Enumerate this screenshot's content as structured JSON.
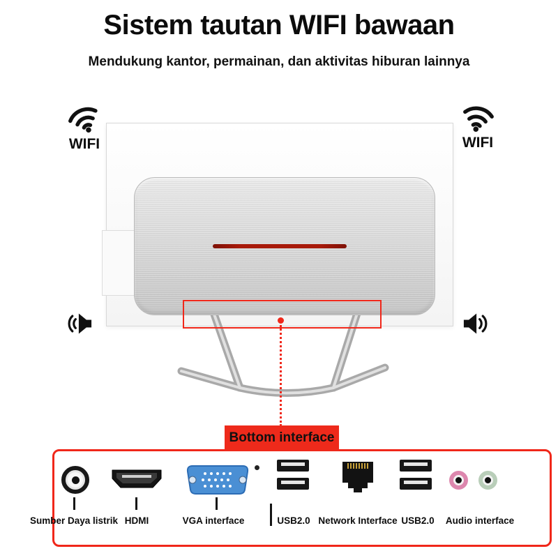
{
  "header": {
    "title": "Sistem tautan WIFI bawaan",
    "subtitle": "Mendukung kantor, permainan, dan aktivitas hiburan lainnya"
  },
  "wifi": {
    "left_label": "WIFI",
    "right_label": "WIFI"
  },
  "callout": {
    "label": "Bottom interface"
  },
  "ports": {
    "items": [
      {
        "name": "power-jack",
        "label": "Sumber Daya listrik"
      },
      {
        "name": "hdmi",
        "label": "HDMI"
      },
      {
        "name": "vga",
        "label": "VGA interface"
      },
      {
        "name": "usb-1",
        "label": "USB2.0"
      },
      {
        "name": "network",
        "label": "Network Interface"
      },
      {
        "name": "usb-2",
        "label": "USB2.0"
      },
      {
        "name": "audio",
        "label": "Audio interface"
      }
    ]
  },
  "icons": {
    "wifi": "wifi-signal-icon",
    "speaker": "speaker-sound-icon",
    "power": "dc-power-jack-icon",
    "hdmi": "hdmi-port-icon",
    "vga": "vga-port-icon",
    "usb": "usb-port-icon",
    "network": "rj45-port-icon",
    "audio": "audio-jack-icon"
  },
  "colors": {
    "accent_red": "#f0271a",
    "callout_bg": "#ee2a1b",
    "vent_red": "#a81a0a",
    "vga_blue": "#4a8fd4",
    "audio_pink": "#dd87ae",
    "audio_green": "#b9ceb9",
    "text": "#0d0d0d"
  }
}
